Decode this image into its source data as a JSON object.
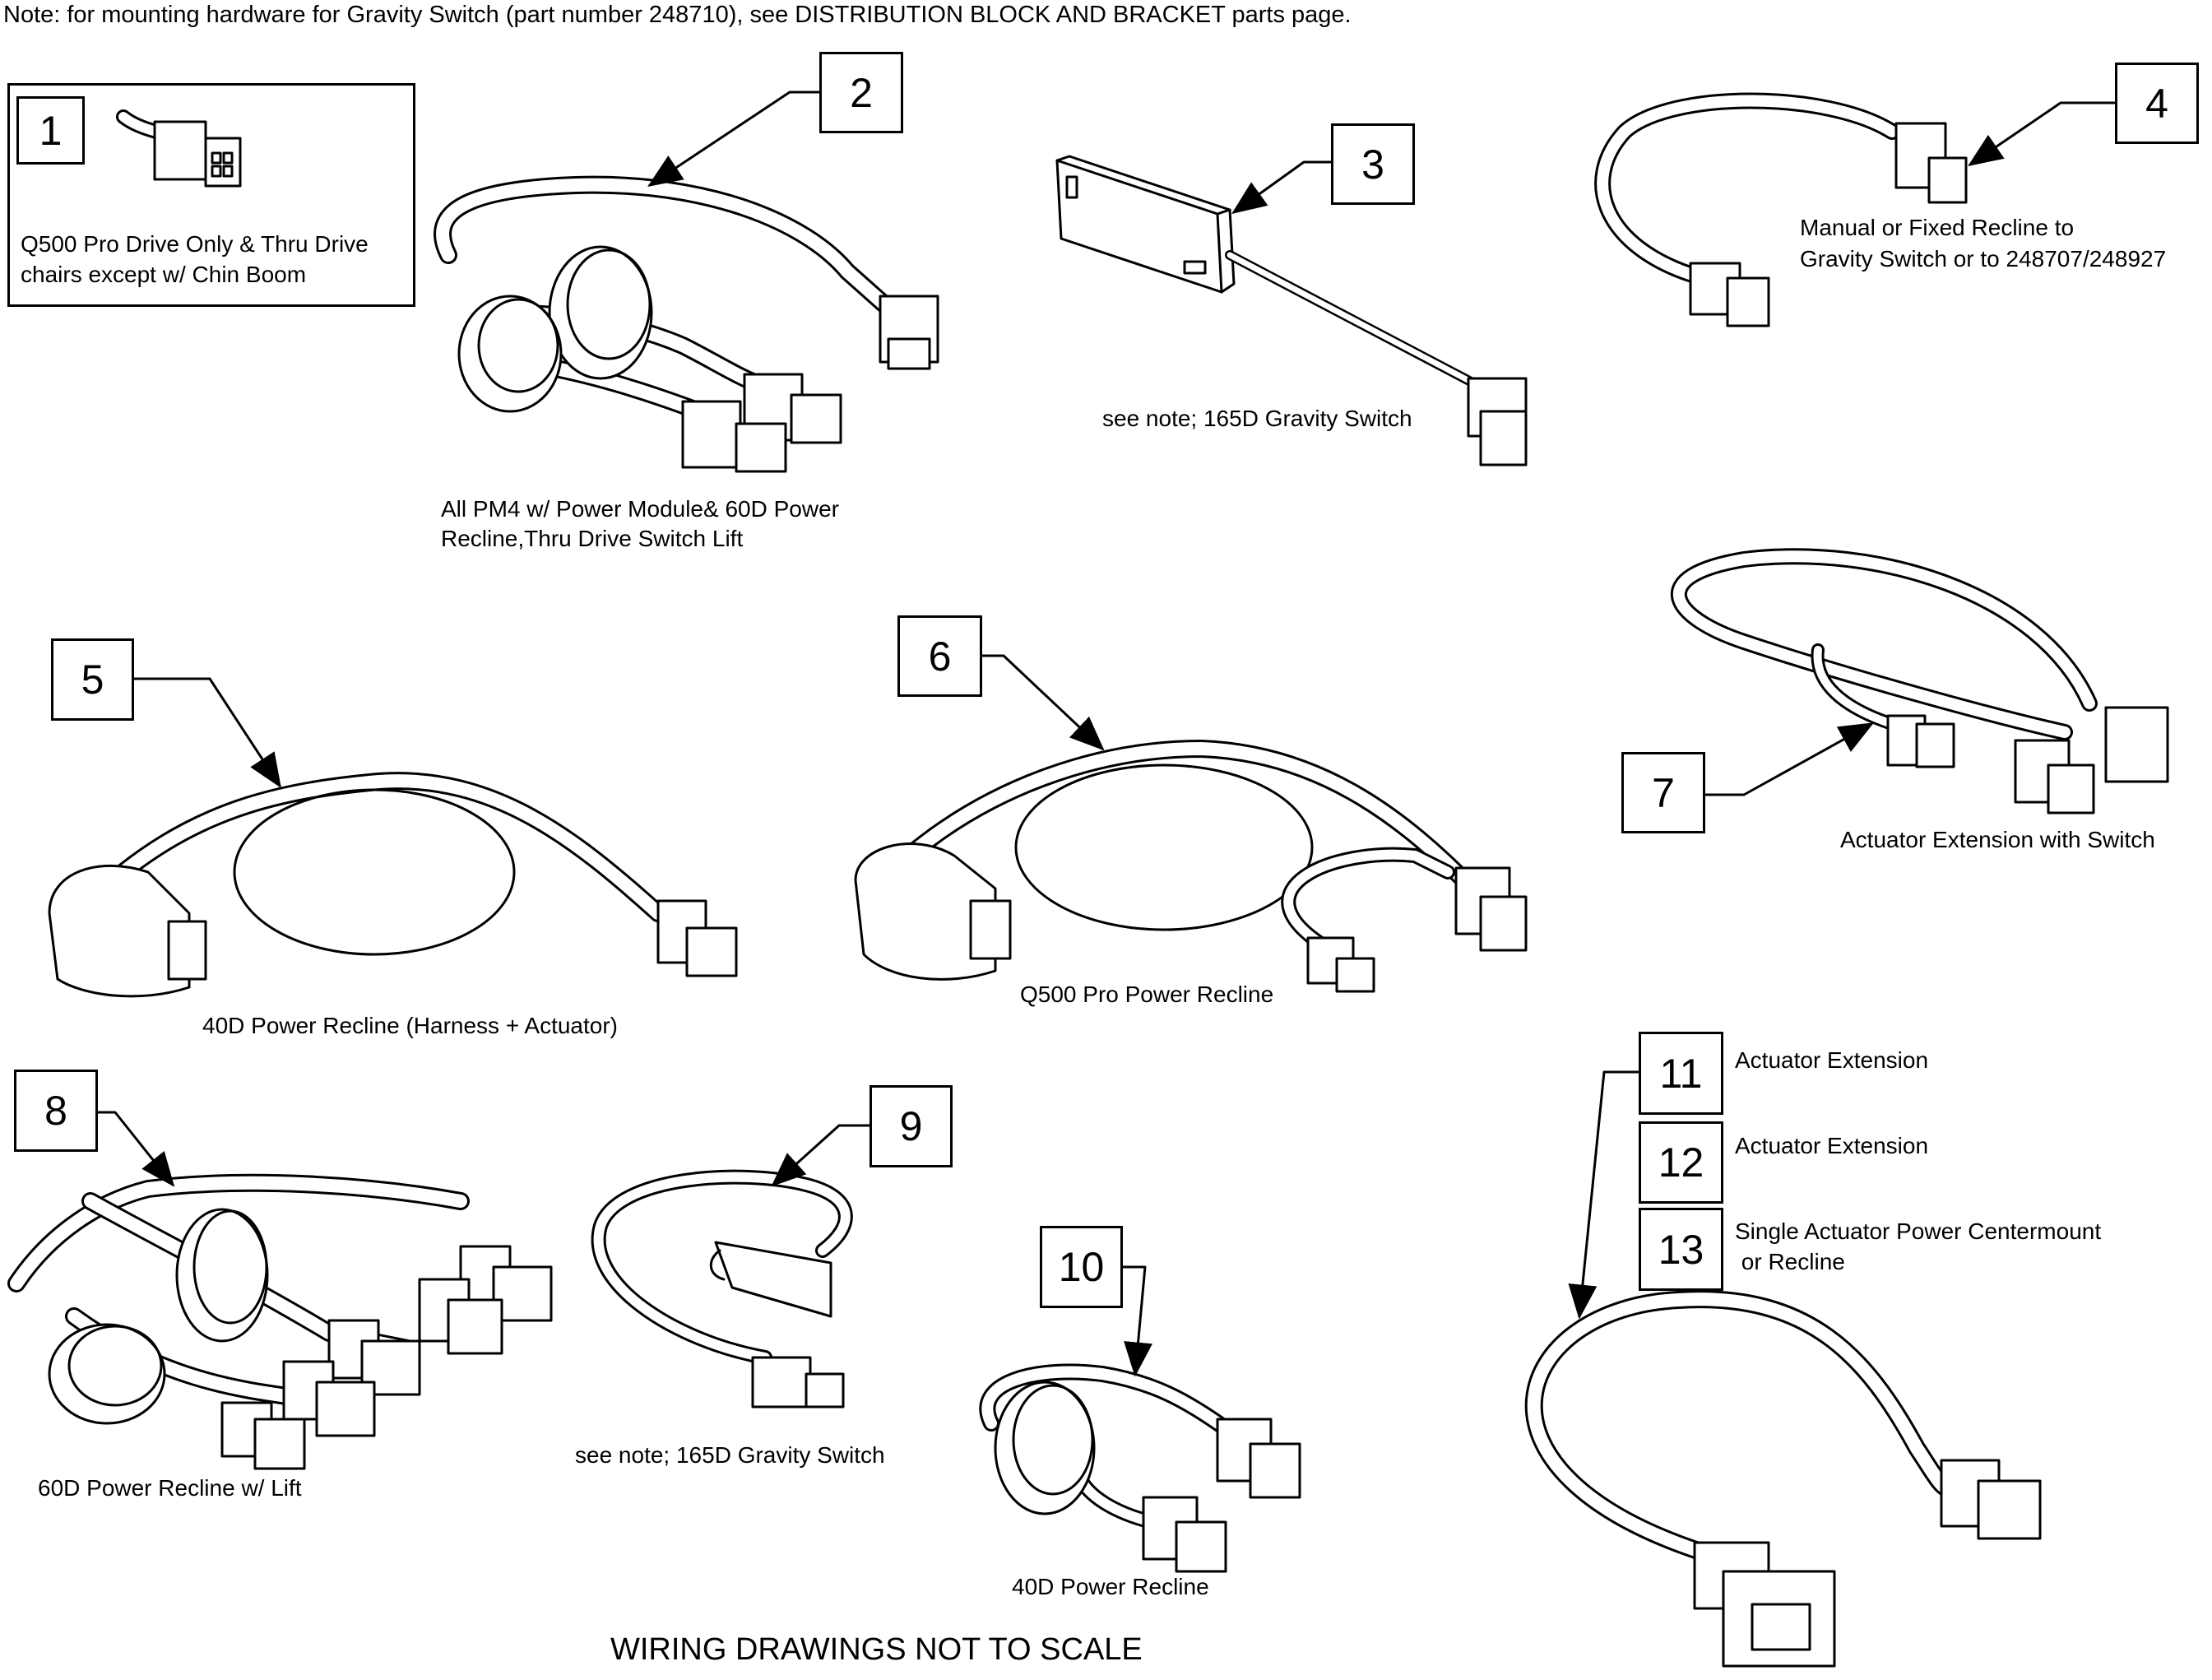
{
  "note": "Note: for mounting hardware for Gravity Switch (part number 248710), see DISTRIBUTION BLOCK AND BRACKET parts page.",
  "footer": "WIRING DRAWINGS NOT TO SCALE",
  "items": [
    {
      "num": "1",
      "lines": [
        "Q500 Pro Drive Only & Thru Drive",
        "chairs except w/ Chin Boom"
      ]
    },
    {
      "num": "2",
      "lines": [
        "All PM4 w/ Power Module& 60D Power",
        "Recline,Thru Drive Switch Lift"
      ]
    },
    {
      "num": "3",
      "lines": [
        "see note; 165D Gravity Switch"
      ]
    },
    {
      "num": "4",
      "lines": [
        "Manual or Fixed Recline to",
        "Gravity Switch or to 248707/248927"
      ]
    },
    {
      "num": "5",
      "lines": [
        "40D Power Recline (Harness + Actuator)"
      ]
    },
    {
      "num": "6",
      "lines": [
        "Q500 Pro Power Recline"
      ]
    },
    {
      "num": "7",
      "lines": [
        "Actuator Extension with Switch"
      ]
    },
    {
      "num": "8",
      "lines": [
        "60D Power Recline w/ Lift"
      ]
    },
    {
      "num": "9",
      "lines": [
        "see note; 165D Gravity Switch"
      ]
    },
    {
      "num": "10",
      "lines": [
        "40D Power Recline"
      ]
    },
    {
      "num": "11",
      "lines": [
        "Actuator Extension"
      ]
    },
    {
      "num": "12",
      "lines": [
        "Actuator Extension"
      ]
    },
    {
      "num": "13",
      "lines": [
        "Single Actuator Power Centermount",
        " or Recline"
      ]
    }
  ]
}
